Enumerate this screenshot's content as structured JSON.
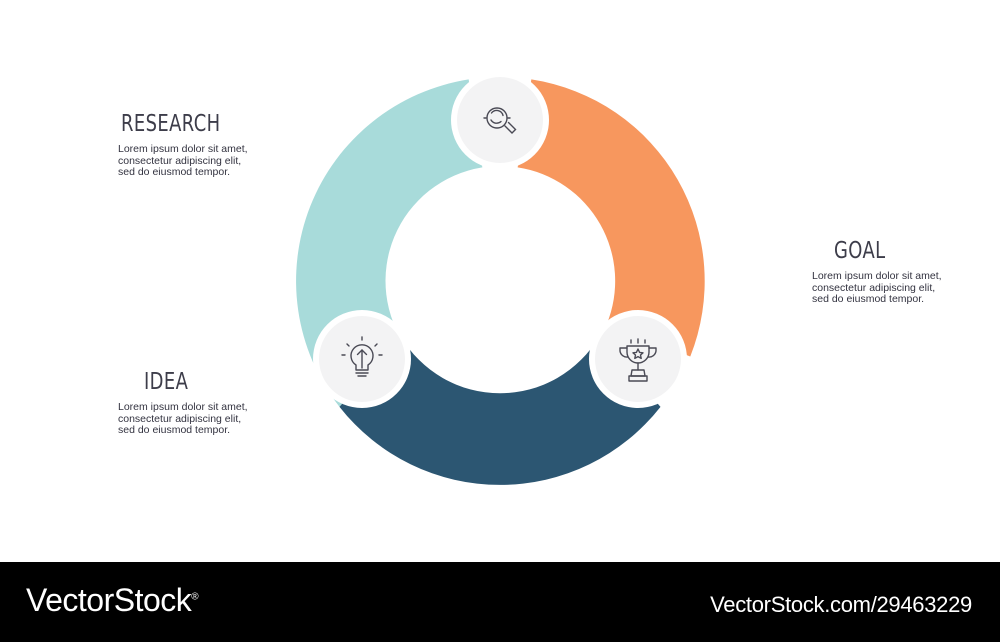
{
  "steps": [
    {
      "title": "RESEARCH",
      "description": "Lorem ipsum dolor sit amet, consectetur adipiscing elit, sed do eiusmod tempor.",
      "icon": "magnifier-icon",
      "color": "#a8dbda"
    },
    {
      "title": "GOAL",
      "description": "Lorem ipsum dolor sit amet, consectetur adipiscing elit, sed do eiusmod tempor.",
      "icon": "trophy-icon",
      "color": "#f7975e"
    },
    {
      "title": "IDEA",
      "description": "Lorem ipsum dolor sit amet, consectetur adipiscing elit, sed do eiusmod tempor.",
      "icon": "lightbulb-icon",
      "color": "#2c5672"
    }
  ],
  "colors": {
    "node_fill": "#f3f3f4",
    "node_ring": "#ffffff",
    "icon_stroke": "#4a4a55",
    "text": "#3d3d4a",
    "footer_bg": "#000000"
  },
  "footer": {
    "brand": "VectorStock",
    "registered": "®",
    "credit": "VectorStock.com/29463229"
  }
}
